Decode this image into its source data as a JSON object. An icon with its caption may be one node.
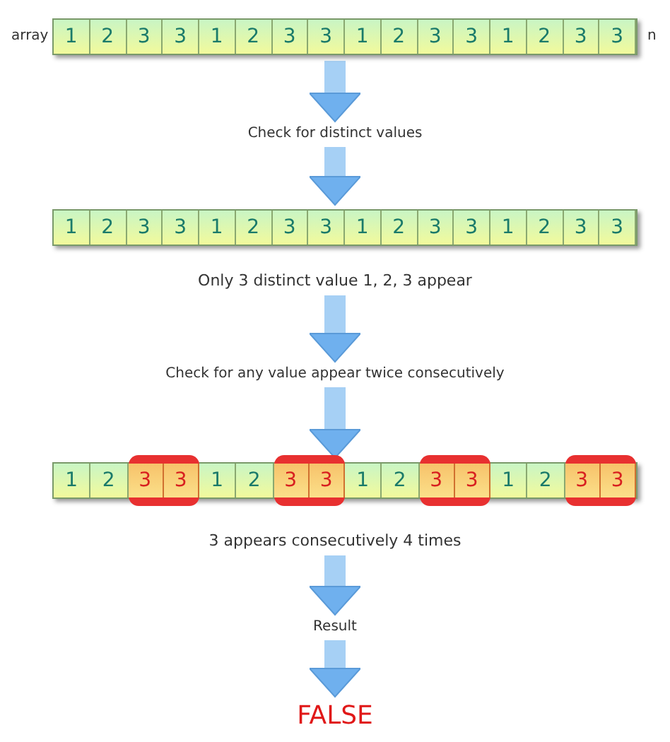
{
  "diagram": {
    "nodes": [
      {
        "text": [],
        "shape": "bar",
        "beside": [
          "array",
          "n"
        ]
      },
      {
        "text": [
          "1"
        ],
        "in": 0
      },
      {
        "text": [
          "2"
        ],
        "in": 0
      },
      {
        "text": [
          "3"
        ],
        "in": 0
      },
      {
        "text": [
          "3"
        ],
        "in": 0
      },
      {
        "text": [
          "1"
        ],
        "in": 0
      },
      {
        "text": [
          "2"
        ],
        "in": 0
      },
      {
        "text": [
          "3"
        ],
        "in": 0
      },
      {
        "text": [
          "3"
        ],
        "in": 0
      },
      {
        "text": [
          "1"
        ],
        "in": 0
      },
      {
        "text": [
          "2"
        ],
        "in": 0
      },
      {
        "text": [
          "3"
        ],
        "in": 0
      },
      {
        "text": [
          "3"
        ],
        "in": 0
      },
      {
        "text": [
          "1"
        ],
        "in": 0
      },
      {
        "text": [
          "2"
        ],
        "in": 0
      },
      {
        "text": [
          "3"
        ],
        "in": 0
      },
      {
        "text": [
          "3"
        ],
        "in": 0
      },
      {
        "text": [
          "Check for distinct values"
        ]
      },
      {
        "text": [],
        "shape": "bar"
      },
      {
        "text": [
          "1"
        ],
        "in": 18
      },
      {
        "text": [
          "2"
        ],
        "in": 18
      },
      {
        "text": [
          "3"
        ],
        "in": 18
      },
      {
        "text": [
          "3"
        ],
        "in": 18
      },
      {
        "text": [
          "1"
        ],
        "in": 18
      },
      {
        "text": [
          "2"
        ],
        "in": 18
      },
      {
        "text": [
          "3"
        ],
        "in": 18
      },
      {
        "text": [
          "3"
        ],
        "in": 18
      },
      {
        "text": [
          "1"
        ],
        "in": 18
      },
      {
        "text": [
          "2"
        ],
        "in": 18
      },
      {
        "text": [
          "3"
        ],
        "in": 18
      },
      {
        "text": [
          "3"
        ],
        "in": 18
      },
      {
        "text": [
          "1"
        ],
        "in": 18
      },
      {
        "text": [
          "2"
        ],
        "in": 18
      },
      {
        "text": [
          "3"
        ],
        "in": 18
      },
      {
        "text": [
          "3"
        ],
        "in": 18
      },
      {
        "text": [
          "Only 3 distinct value 1, 2, 3 appear"
        ]
      },
      {
        "text": [
          "Check for any value appear twice consecutively"
        ]
      },
      {
        "text": [],
        "shape": "bar"
      },
      {
        "text": [
          "1"
        ],
        "in": 37
      },
      {
        "text": [
          "2"
        ],
        "in": 37
      },
      {
        "text": [],
        "shape": "box",
        "in": 37
      },
      {
        "text": [
          "3"
        ],
        "in": 40
      },
      {
        "text": [
          "3"
        ],
        "in": 40
      },
      {
        "text": [
          "1"
        ],
        "in": 37
      },
      {
        "text": [
          "2"
        ],
        "in": 37
      },
      {
        "text": [],
        "shape": "box",
        "in": 37
      },
      {
        "text": [
          "3"
        ],
        "in": 45
      },
      {
        "text": [
          "3"
        ],
        "in": 45
      },
      {
        "text": [
          "1"
        ],
        "in": 37
      },
      {
        "text": [
          "2"
        ],
        "in": 37
      },
      {
        "text": [],
        "shape": "box",
        "in": 37
      },
      {
        "text": [
          "3"
        ],
        "in": 50
      },
      {
        "text": [
          "3"
        ],
        "in": 50
      },
      {
        "text": [
          "1"
        ],
        "in": 37
      },
      {
        "text": [
          "2"
        ],
        "in": 37
      },
      {
        "text": [],
        "shape": "box",
        "in": 37
      },
      {
        "text": [
          "3"
        ],
        "in": 55
      },
      {
        "text": [
          "3"
        ],
        "in": 55
      },
      {
        "text": [
          "3 appears consecutively 4 times"
        ]
      },
      {
        "text": [
          "Result"
        ]
      },
      {
        "text": [
          "FALSE"
        ]
      }
    ],
    "edges": [
      {
        "from": 0,
        "to": 17,
        "arrow": "to"
      },
      {
        "from": 17,
        "to": 18,
        "arrow": "to"
      },
      {
        "from": 35,
        "to": 36,
        "arrow": "to"
      },
      {
        "from": 36,
        "to": 37,
        "arrow": "to"
      },
      {
        "from": 58,
        "to": 59,
        "arrow": "to"
      },
      {
        "from": 59,
        "to": 60,
        "arrow": "to"
      }
    ]
  }
}
